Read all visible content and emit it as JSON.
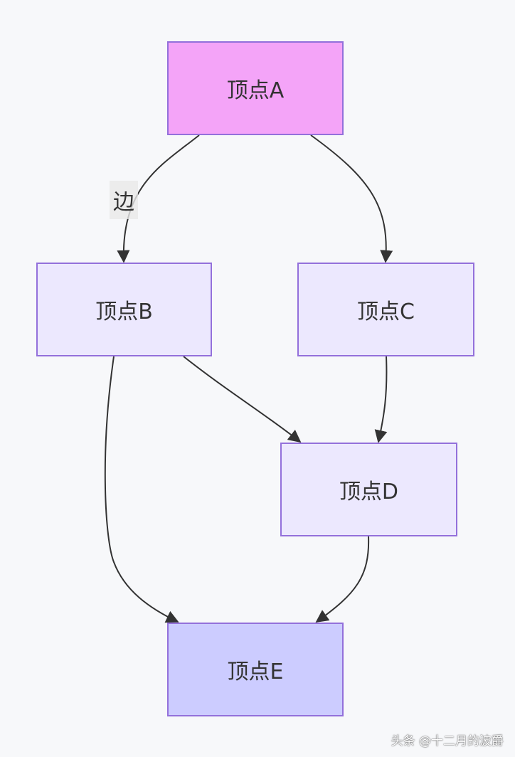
{
  "diagram": {
    "nodes": [
      {
        "id": "a",
        "label": "顶点A",
        "fill": "#f4a4f8"
      },
      {
        "id": "b",
        "label": "顶点B",
        "fill": "#ece8fe"
      },
      {
        "id": "c",
        "label": "顶点C",
        "fill": "#ece8fe"
      },
      {
        "id": "d",
        "label": "顶点D",
        "fill": "#ece8fe"
      },
      {
        "id": "e",
        "label": "顶点E",
        "fill": "#ccccff"
      }
    ],
    "edges": [
      {
        "from": "a",
        "to": "b",
        "label": "边"
      },
      {
        "from": "a",
        "to": "c",
        "label": ""
      },
      {
        "from": "b",
        "to": "d",
        "label": ""
      },
      {
        "from": "c",
        "to": "d",
        "label": ""
      },
      {
        "from": "b",
        "to": "e",
        "label": ""
      },
      {
        "from": "d",
        "to": "e",
        "label": ""
      }
    ],
    "border_color": "#9370db",
    "edge_color": "#333333"
  },
  "watermark": "头条 @十二月的波爵"
}
